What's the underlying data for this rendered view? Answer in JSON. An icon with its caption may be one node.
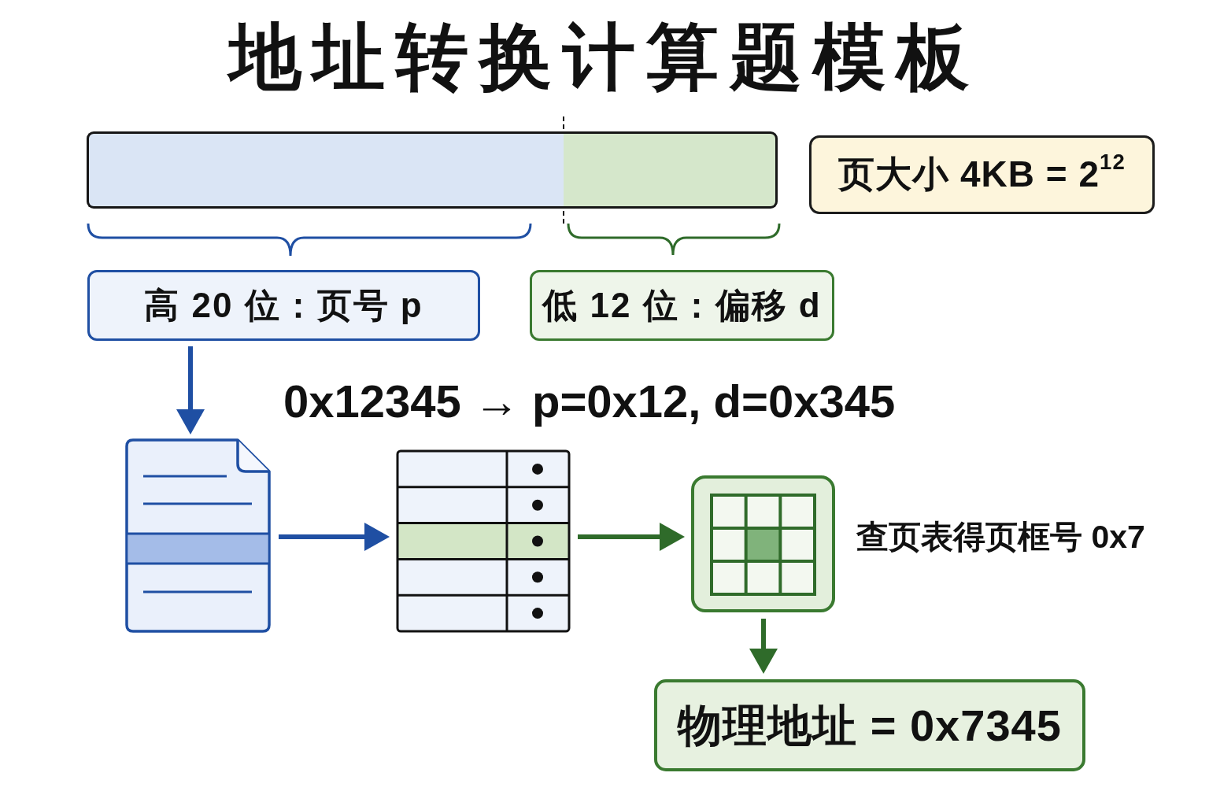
{
  "diagram": {
    "title": "地址转换计算题模板",
    "nodes": [
      {
        "text": [],
        "shape": "bar"
      },
      {
        "text": [],
        "shape": "bar"
      },
      {
        "text": [
          "页大小 4KB = 2$^{12}$"
        ]
      },
      {
        "text": [
          "高 20 位：页号 p"
        ]
      },
      {
        "text": [
          "低 12 位：偏移 d"
        ]
      },
      {
        "text": [],
        "shape": "picture"
      },
      {
        "text": [],
        "shape": "picture"
      },
      {
        "text": [],
        "shape": "picture",
        "beside": [
          "查页表得页框号 0x7"
        ]
      },
      {
        "text": [
          "物理地址 = 0x7345"
        ]
      }
    ],
    "edges": [
      {
        "from": 3,
        "to": 5,
        "arrow": "to",
        "color": "#1f4fa3"
      },
      {
        "from": 5,
        "to": 6,
        "arrow": "to",
        "color": "#1f4fa3"
      },
      {
        "from": 6,
        "to": 7,
        "arrow": "to",
        "color": "#2f6b2a"
      },
      {
        "from": 7,
        "to": 8,
        "arrow": "to",
        "color": "#2f6b2a"
      }
    ],
    "labels": [
      "0x12345 → p=0x12, d=0x345"
    ]
  }
}
